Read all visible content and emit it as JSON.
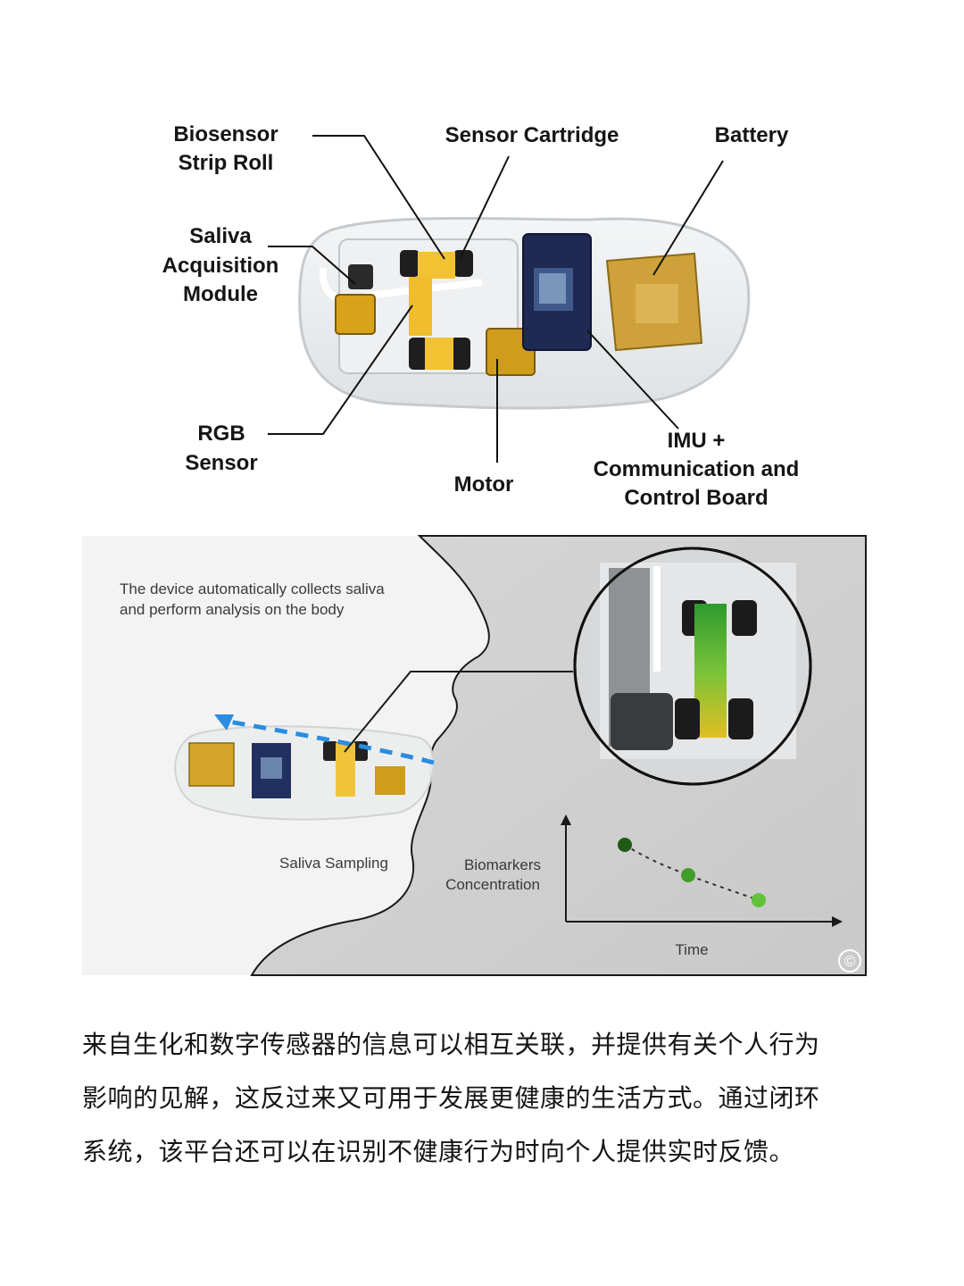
{
  "top_figure": {
    "labels": {
      "biosensor_line1": "Biosensor",
      "biosensor_line2": "Strip Roll",
      "sensor_cartridge": "Sensor Cartridge",
      "battery": "Battery",
      "saliva_line1": "Saliva",
      "saliva_line2": "Acquisition",
      "saliva_line3": "Module",
      "rgb_line1": "RGB",
      "rgb_line2": "Sensor",
      "motor": "Motor",
      "imu_line1": "IMU +",
      "imu_line2": "Communication and",
      "imu_line3": "Control Board"
    }
  },
  "bottom_figure": {
    "caption_line1": "The device automatically collects saliva",
    "caption_line2": "and perform analysis on the body",
    "saliva_sampling": "Saliva Sampling",
    "ylabel_line1": "Biomarkers",
    "ylabel_line2": "Concentration",
    "xlabel": "Time",
    "copyright": "©",
    "colors": {
      "dot1": "#1f5a14",
      "dot2": "#3f9e2a",
      "dot3": "#62c23a",
      "arrow": "#2a8de0"
    }
  },
  "paragraph": {
    "line1": "来自生化和数字传感器的信息可以相互关联，并提供有关个人行为",
    "line2": "影响的见解，这反过来又可用于发展更健康的生活方式。通过闭环",
    "line3": "系统，该平台还可以在识别不健康行为时向个人提供实时反馈。"
  }
}
